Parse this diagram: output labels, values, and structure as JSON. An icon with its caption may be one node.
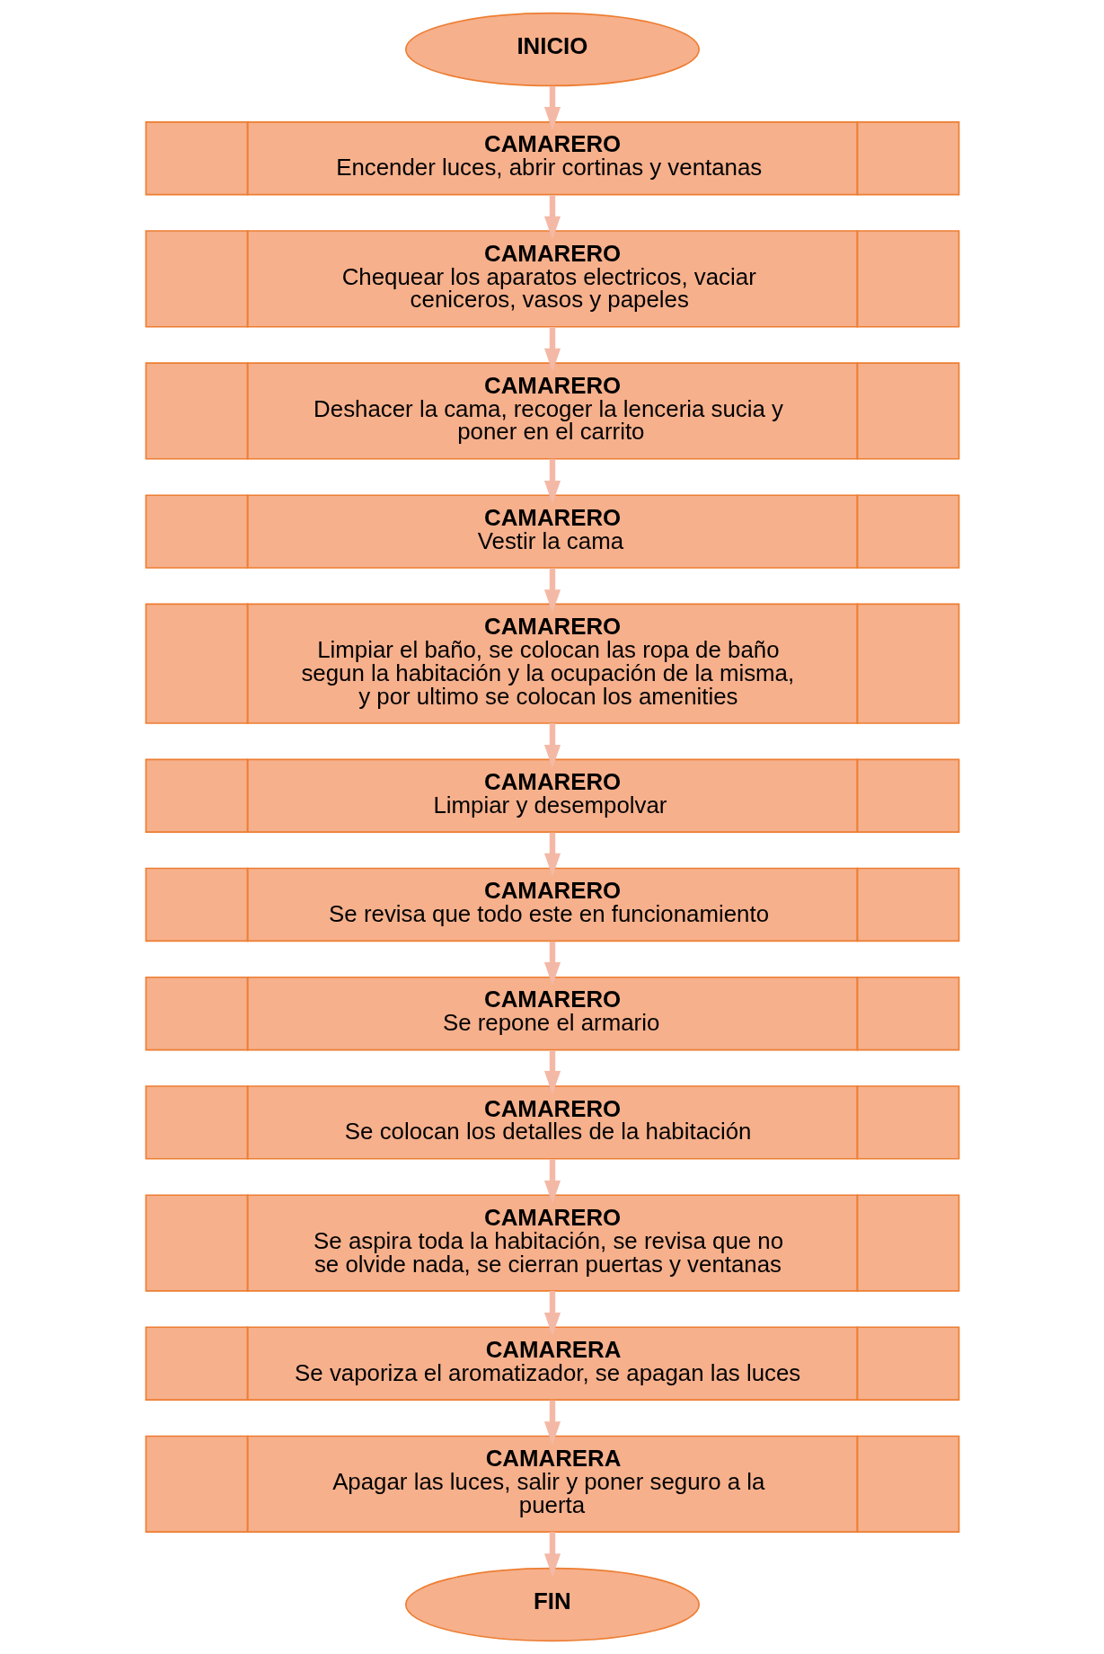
{
  "diagram": {
    "nodes": [
      {
        "text": [
          "INICIO"
        ]
      },
      {
        "text": [
          "CAMARERO",
          "Encender luces, abrir cortinas y ventanas"
        ]
      },
      {
        "text": [
          "CAMARERO",
          "Chequear los aparatos electricos, vaciar ceniceros, vasos y papeles"
        ]
      },
      {
        "text": [
          "CAMARERO",
          "Deshacer la cama, recoger la lenceria sucia y poner en el carrito"
        ]
      },
      {
        "text": [
          "CAMARERO",
          "Vestir la cama"
        ]
      },
      {
        "text": [
          "CAMARERO",
          "Limpiar el baño, se colocan las ropa de baño segun la habitación y la ocupación de la misma, y por ultimo se colocan los amenities"
        ]
      },
      {
        "text": [
          "CAMARERO",
          "Limpiar y desempolvar"
        ]
      },
      {
        "text": [
          "CAMARERO",
          "Se revisa que todo este en funcionamiento"
        ]
      },
      {
        "text": [
          "CAMARERO",
          "Se repone el armario"
        ]
      },
      {
        "text": [
          "CAMARERO",
          "Se colocan los detalles de la habitación"
        ]
      },
      {
        "text": [
          "CAMARERO",
          "Se aspira toda la habitación, se revisa que no se olvide nada, se cierran puertas y ventanas"
        ]
      },
      {
        "text": [
          "CAMARERA",
          "Se vaporiza el aromatizador, se apagan las luces"
        ]
      },
      {
        "text": [
          "CAMARERA",
          "Apagar las luces, salir y poner seguro a la puerta"
        ]
      },
      {
        "text": [
          "FIN"
        ]
      }
    ],
    "edges": [
      {
        "from": 0,
        "to": 1,
        "arrow": "to"
      },
      {
        "from": 1,
        "to": 2,
        "arrow": "to"
      },
      {
        "from": 2,
        "to": 3,
        "arrow": "to"
      },
      {
        "from": 3,
        "to": 4,
        "arrow": "to"
      },
      {
        "from": 4,
        "to": 5,
        "arrow": "to"
      },
      {
        "from": 5,
        "to": 6,
        "arrow": "to"
      },
      {
        "from": 6,
        "to": 7,
        "arrow": "to"
      },
      {
        "from": 7,
        "to": 8,
        "arrow": "to"
      },
      {
        "from": 8,
        "to": 9,
        "arrow": "to"
      },
      {
        "from": 9,
        "to": 10,
        "arrow": "to"
      },
      {
        "from": 10,
        "to": 11,
        "arrow": "to"
      },
      {
        "from": 11,
        "to": 12,
        "arrow": "to"
      },
      {
        "from": 12,
        "to": 13,
        "arrow": "to"
      }
    ]
  }
}
